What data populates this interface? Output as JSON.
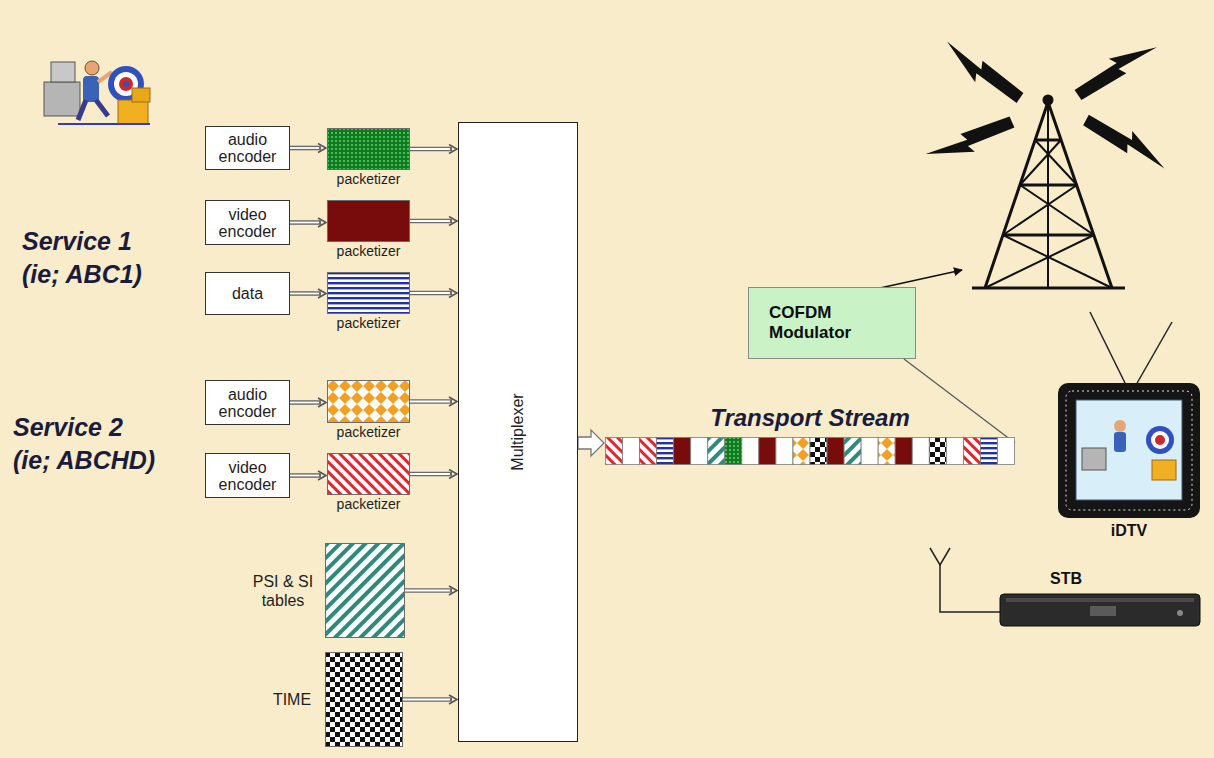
{
  "diagram": {
    "nodes": [
      {
        "text": [
          "audio encoder"
        ]
      },
      {
        "text": [
          "packetizer"
        ]
      },
      {
        "text": [
          "video encoder"
        ]
      },
      {
        "text": [
          "packetizer"
        ]
      },
      {
        "text": [
          "data"
        ]
      },
      {
        "text": [
          "packetizer"
        ]
      },
      {
        "text": [
          "audio encoder"
        ]
      },
      {
        "text": [
          "packetizer"
        ]
      },
      {
        "text": [
          "video encoder"
        ]
      },
      {
        "text": [
          "packetizer"
        ]
      },
      {
        "text": [
          "PSI & SI tables"
        ]
      },
      {
        "text": [
          "TIME"
        ]
      },
      {
        "text": [
          "Multiplexer"
        ]
      },
      {
        "text": [
          "Transport Stream"
        ]
      },
      {
        "text": [
          "COFDM Modulator"
        ]
      }
    ],
    "edges": [
      {
        "from": 0,
        "to": 1,
        "arrow": "to"
      },
      {
        "from": 1,
        "to": 12,
        "arrow": "to"
      },
      {
        "from": 2,
        "to": 3,
        "arrow": "to"
      },
      {
        "from": 3,
        "to": 12,
        "arrow": "to"
      },
      {
        "from": 4,
        "to": 5,
        "arrow": "to"
      },
      {
        "from": 5,
        "to": 12,
        "arrow": "to"
      },
      {
        "from": 6,
        "to": 7,
        "arrow": "to"
      },
      {
        "from": 7,
        "to": 12,
        "arrow": "to"
      },
      {
        "from": 8,
        "to": 9,
        "arrow": "to"
      },
      {
        "from": 9,
        "to": 12,
        "arrow": "to"
      },
      {
        "from": 10,
        "to": 12,
        "arrow": "to"
      },
      {
        "from": 11,
        "to": 12,
        "arrow": "to"
      },
      {
        "from": 12,
        "to": 13,
        "arrow": "to"
      },
      {
        "from": 13,
        "to": 14,
        "arrow": "none"
      }
    ],
    "labels": [
      "Service 1",
      "(ie; ABC1)",
      "Service 2",
      "(ie; ABCHD)",
      "iDTV",
      "STB"
    ]
  }
}
